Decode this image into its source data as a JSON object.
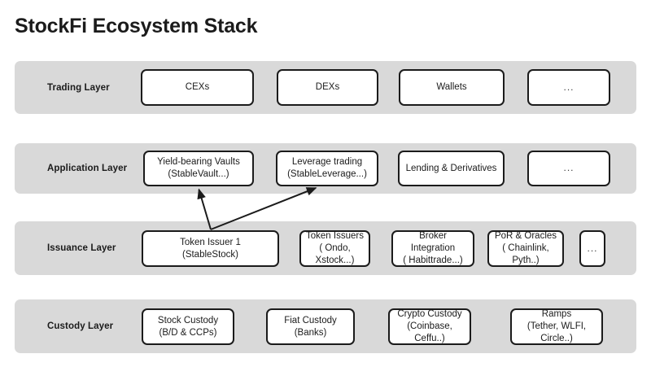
{
  "page": {
    "title": "StockFi Ecosystem Stack",
    "background_color": "#ffffff",
    "band_color": "#d9d9d9",
    "box_fill": "#ffffff",
    "box_border": "#1b1b1b",
    "text_color": "#1b1b1b"
  },
  "layers": [
    {
      "id": "trading",
      "label": "Trading Layer",
      "nodes": [
        {
          "line1": "CEXs",
          "line2": ""
        },
        {
          "line1": "DEXs",
          "line2": ""
        },
        {
          "line1": "Wallets",
          "line2": ""
        },
        {
          "line1": "...",
          "line2": ""
        }
      ]
    },
    {
      "id": "application",
      "label": "Application Layer",
      "nodes": [
        {
          "line1": "Yield-bearing Vaults",
          "line2": "(StableVault...)"
        },
        {
          "line1": "Leverage trading",
          "line2": "(StableLeverage...)"
        },
        {
          "line1": "Lending & Derivatives",
          "line2": ""
        },
        {
          "line1": "...",
          "line2": ""
        }
      ]
    },
    {
      "id": "issuance",
      "label": "Issuance Layer",
      "nodes": [
        {
          "line1": "Token Issuer 1",
          "line2": "(StableStock)"
        },
        {
          "line1": "Token Issuers",
          "line2": "( Ondo, Xstock...)"
        },
        {
          "line1": "Broker Integration",
          "line2": "( Habittrade...)"
        },
        {
          "line1": "PoR & Oracles",
          "line2": "( Chainlink, Pyth..)"
        },
        {
          "line1": "...",
          "line2": ""
        }
      ]
    },
    {
      "id": "custody",
      "label": "Custody Layer",
      "nodes": [
        {
          "line1": "Stock Custody",
          "line2": "(B/D & CCPs)"
        },
        {
          "line1": "Fiat Custody",
          "line2": "(Banks)"
        },
        {
          "line1": "Crypto Custody",
          "line2": "(Coinbase, Ceffu..)"
        },
        {
          "line1": "Ramps",
          "line2": "(Tether, WLFI, Circle..)"
        }
      ]
    }
  ],
  "connectors": [
    {
      "from": "issuance.token-issuer-1",
      "to": "application.yield-bearing-vaults"
    },
    {
      "from": "issuance.token-issuer-1",
      "to": "application.leverage-trading"
    }
  ]
}
